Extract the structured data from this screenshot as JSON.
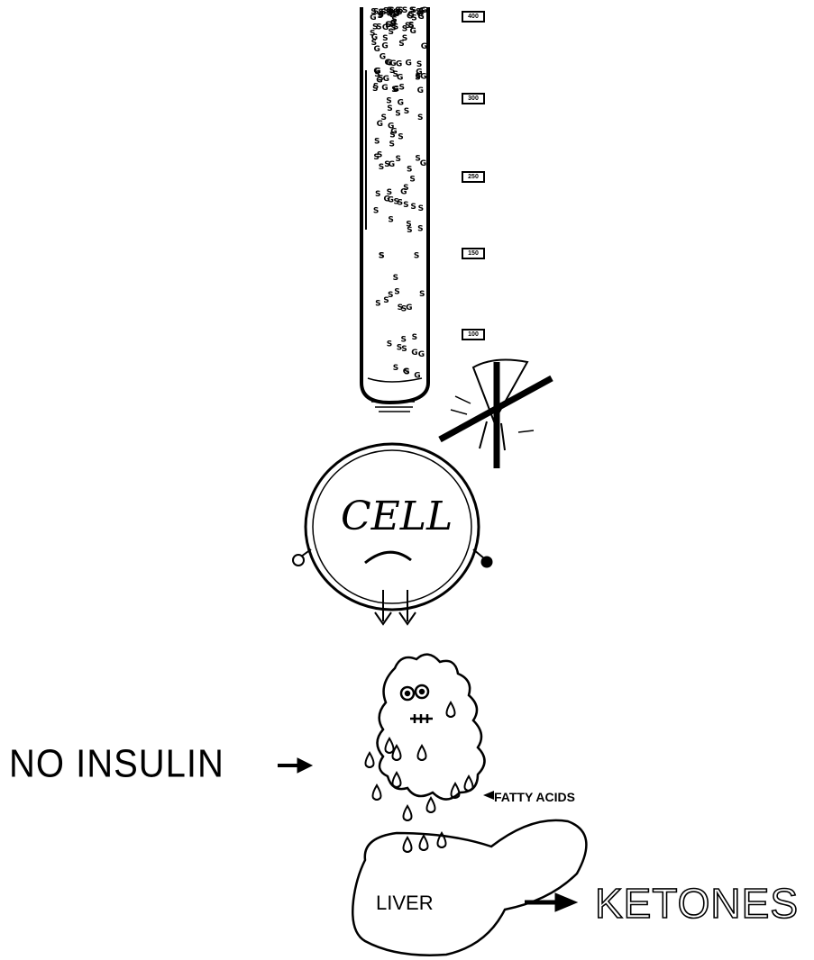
{
  "labels": {
    "no_insulin": "NO INSULIN",
    "fatty_acids": "FATTY ACIDS",
    "liver": "LIVER",
    "ketones": "KETONES",
    "cell": "CELL"
  },
  "tube_marks": [
    "400",
    "300",
    "250",
    "150",
    "100"
  ],
  "colors": {
    "ink": "#000000",
    "paper": "#ffffff"
  }
}
